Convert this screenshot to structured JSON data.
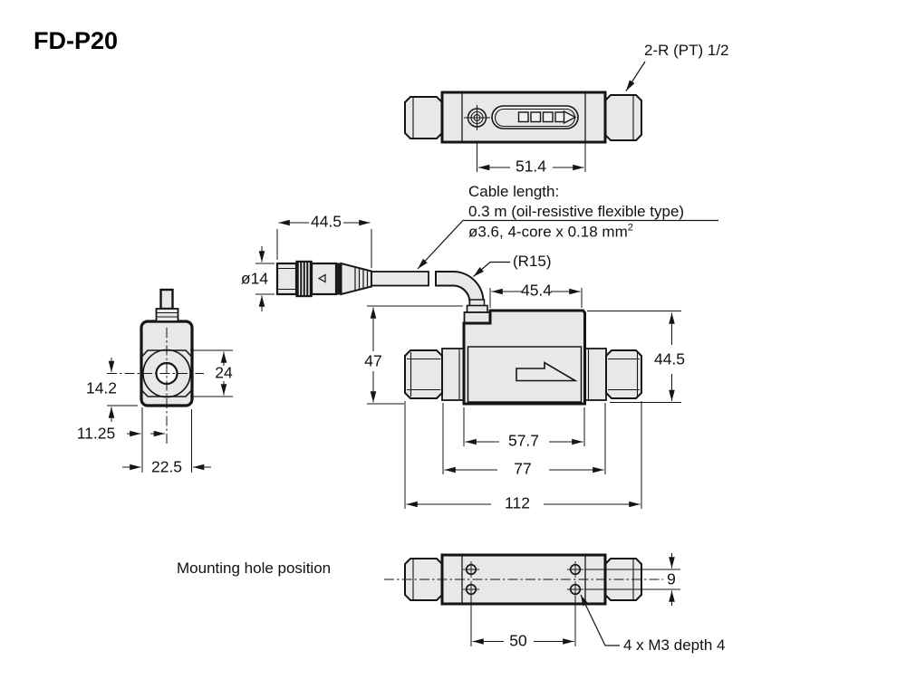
{
  "title": "FD-P20",
  "colors": {
    "line": "#151515",
    "body_fill": "#e8e8e6",
    "background": "#ffffff"
  },
  "top_view": {
    "port_thread_label": "2-R (PT) 1/2",
    "dim_display_width": "51.4"
  },
  "cable_note": {
    "line1": "Cable length:",
    "line2": "0.3 m (oil-resistive flexible type)",
    "line3": "ø3.6, 4-core x 0.18 mm",
    "line3_sup": "2"
  },
  "connector": {
    "dim_length": "44.5",
    "dim_diameter": "ø14"
  },
  "front_view": {
    "bend_radius": "(R15)",
    "dim_top_width": "45.4",
    "dim_height_with_gland": "47",
    "dim_body_height": "44.5",
    "dim_center_width": "57.7",
    "dim_with_necks": "77",
    "dim_overall_length": "112"
  },
  "side_view": {
    "dim_hex_height": "24",
    "dim_center_to_bottom": "14.2",
    "dim_left_to_center": "11.25",
    "dim_overall_width": "22.5"
  },
  "bottom_view": {
    "label": "Mounting hole position",
    "dim_hole_spacing_x": "50",
    "dim_hole_spacing_y": "9",
    "holes_label": "4 x M3 depth 4"
  }
}
